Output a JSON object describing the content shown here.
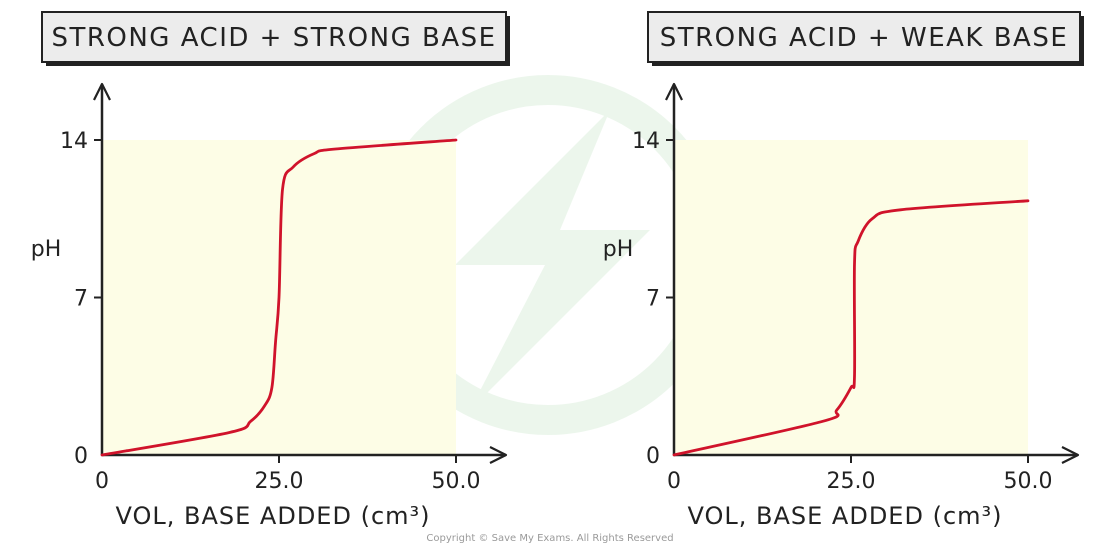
{
  "chart_data": [
    {
      "type": "line",
      "title": "STRONG ACID + STRONG BASE",
      "xlabel": "VOL, BASE ADDED (cm³)",
      "ylabel": "pH",
      "xlim": [
        0,
        50
      ],
      "ylim": [
        0,
        14
      ],
      "xticks": [
        {
          "value": 0,
          "label": "0"
        },
        {
          "value": 25,
          "label": "25.0"
        },
        {
          "value": 50,
          "label": "50.0"
        }
      ],
      "yticks": [
        {
          "value": 0,
          "label": "0"
        },
        {
          "value": 7,
          "label": "7"
        },
        {
          "value": 14,
          "label": "14"
        }
      ],
      "series": [
        {
          "x": [
            0,
            18,
            21,
            23,
            24,
            24.5,
            25,
            25.5,
            27,
            30,
            33,
            50
          ],
          "y": [
            0,
            1,
            1.5,
            2.2,
            3,
            5,
            7,
            11.8,
            12.8,
            13.4,
            13.6,
            14
          ]
        }
      ],
      "color": "#d0132b",
      "shade": "#fdfde6"
    },
    {
      "type": "line",
      "title": "STRONG ACID + WEAK BASE",
      "xlabel": "VOL, BASE ADDED (cm³)",
      "ylabel": "pH",
      "xlim": [
        0,
        50
      ],
      "ylim": [
        0,
        14
      ],
      "xticks": [
        {
          "value": 0,
          "label": "0"
        },
        {
          "value": 25,
          "label": "25.0"
        },
        {
          "value": 50,
          "label": "50.0"
        }
      ],
      "yticks": [
        {
          "value": 0,
          "label": "0"
        },
        {
          "value": 7,
          "label": "7"
        },
        {
          "value": 14,
          "label": "14"
        }
      ],
      "series": [
        {
          "x": [
            0,
            21,
            23,
            25,
            25.5,
            25.5,
            26,
            28,
            32,
            50
          ],
          "y": [
            0,
            1.5,
            2,
            3,
            3.5,
            8.5,
            9.5,
            10.5,
            10.9,
            11.3
          ]
        }
      ],
      "color": "#d0132b",
      "shade": "#fdfde6"
    }
  ],
  "footer": {
    "copyright": "Copyright © Save My Exams. All Rights Reserved"
  }
}
